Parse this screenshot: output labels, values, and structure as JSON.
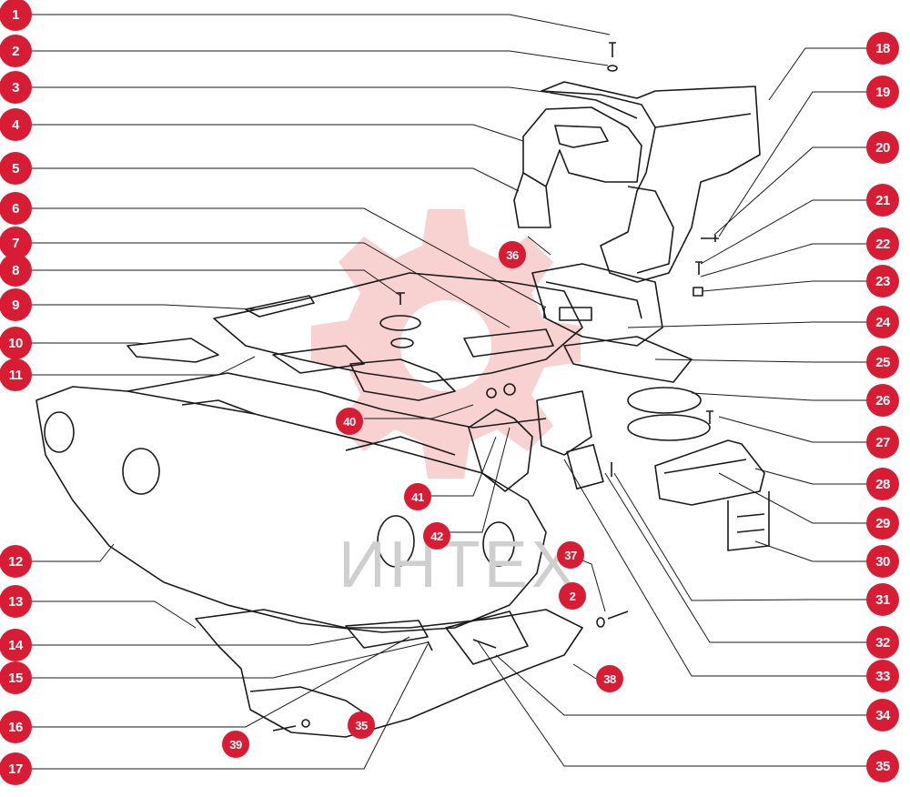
{
  "colors": {
    "callout": "#d81c33",
    "line": "#1a1a1a",
    "watermark_gear": "#f5b8b8"
  },
  "watermark": "ИНТЕХ",
  "callouts": [
    {
      "id": "c1",
      "label": "1"
    },
    {
      "id": "c2a",
      "label": "2"
    },
    {
      "id": "c3",
      "label": "3"
    },
    {
      "id": "c4",
      "label": "4"
    },
    {
      "id": "c5",
      "label": "5"
    },
    {
      "id": "c6",
      "label": "6"
    },
    {
      "id": "c7",
      "label": "7"
    },
    {
      "id": "c8",
      "label": "8"
    },
    {
      "id": "c9",
      "label": "9"
    },
    {
      "id": "c10",
      "label": "10"
    },
    {
      "id": "c11",
      "label": "11"
    },
    {
      "id": "c12",
      "label": "12"
    },
    {
      "id": "c13",
      "label": "13"
    },
    {
      "id": "c14",
      "label": "14"
    },
    {
      "id": "c15",
      "label": "15"
    },
    {
      "id": "c16",
      "label": "16"
    },
    {
      "id": "c17",
      "label": "17"
    },
    {
      "id": "c18",
      "label": "18"
    },
    {
      "id": "c19",
      "label": "19"
    },
    {
      "id": "c20",
      "label": "20"
    },
    {
      "id": "c21",
      "label": "21"
    },
    {
      "id": "c22",
      "label": "22"
    },
    {
      "id": "c23",
      "label": "23"
    },
    {
      "id": "c24",
      "label": "24"
    },
    {
      "id": "c25",
      "label": "25"
    },
    {
      "id": "c26",
      "label": "26"
    },
    {
      "id": "c27",
      "label": "27"
    },
    {
      "id": "c28",
      "label": "28"
    },
    {
      "id": "c29",
      "label": "29"
    },
    {
      "id": "c30",
      "label": "30"
    },
    {
      "id": "c31",
      "label": "31"
    },
    {
      "id": "c32",
      "label": "32"
    },
    {
      "id": "c33",
      "label": "33"
    },
    {
      "id": "c34",
      "label": "34"
    },
    {
      "id": "c35a",
      "label": "35"
    },
    {
      "id": "c36",
      "label": "36"
    },
    {
      "id": "c37",
      "label": "37"
    },
    {
      "id": "c2b",
      "label": "2"
    },
    {
      "id": "c38",
      "label": "38"
    },
    {
      "id": "c35b",
      "label": "35"
    },
    {
      "id": "c39",
      "label": "39"
    },
    {
      "id": "c40",
      "label": "40"
    },
    {
      "id": "c41",
      "label": "41"
    },
    {
      "id": "c42",
      "label": "42"
    }
  ]
}
